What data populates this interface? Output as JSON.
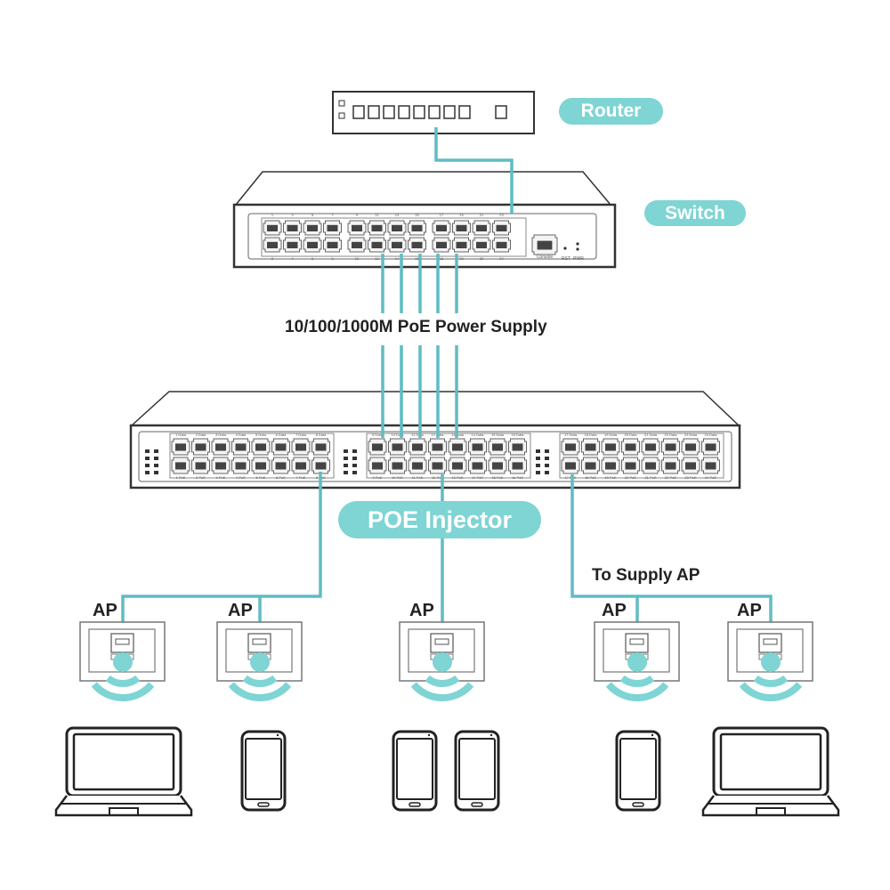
{
  "colors": {
    "accent": "#7fd4d4",
    "cable": "#5fbcc4",
    "outline": "#333333"
  },
  "labels": {
    "router": "Router",
    "switch": "Switch",
    "poe_supply": "10/100/1000M PoE Power Supply",
    "poe_injector": "POE Injector",
    "to_supply_ap": "To Supply AP",
    "ap": [
      "AP",
      "AP",
      "AP",
      "AP",
      "AP"
    ]
  },
  "switch": {
    "top_port_numbers": [
      "1",
      "3",
      "5",
      "7",
      "9",
      "11",
      "13",
      "15",
      "17",
      "19",
      "21",
      "23"
    ],
    "bottom_port_numbers": [
      "2",
      "4",
      "6",
      "8",
      "10",
      "12",
      "14",
      "16",
      "18",
      "20",
      "22",
      "24"
    ],
    "console_label": "Console",
    "rst_label": "RST",
    "led_label": "PWR"
  },
  "injector": {
    "top_port_labels": [
      "1 Data",
      "2 Data",
      "3 Data",
      "4 Data",
      "5 Data",
      "6 Data",
      "7 Data",
      "8 Data",
      "9 Data",
      "10 Data",
      "11 Data",
      "12 Data",
      "13 Data",
      "14 Data",
      "15 Data",
      "16 Data",
      "17 Data",
      "18 Data",
      "19 Data",
      "20 Data",
      "21 Data",
      "22 Data",
      "23 Data",
      "24 Data"
    ],
    "bottom_port_labels": [
      "1 PoE",
      "2 PoE",
      "3 PoE",
      "4 PoE",
      "5 PoE",
      "6 PoE",
      "7 PoE",
      "8 PoE",
      "9 PoE",
      "10 PoE",
      "11 PoE",
      "12 PoE",
      "13 PoE",
      "14 PoE",
      "15 PoE",
      "16 PoE",
      "17 PoE",
      "18 PoE",
      "19 PoE",
      "20 PoE",
      "21 PoE",
      "22 PoE",
      "23 PoE",
      "24 PoE"
    ]
  },
  "devices": [
    "laptop",
    "smartphone",
    "smartphone",
    "smartphone",
    "smartphone",
    "laptop"
  ]
}
